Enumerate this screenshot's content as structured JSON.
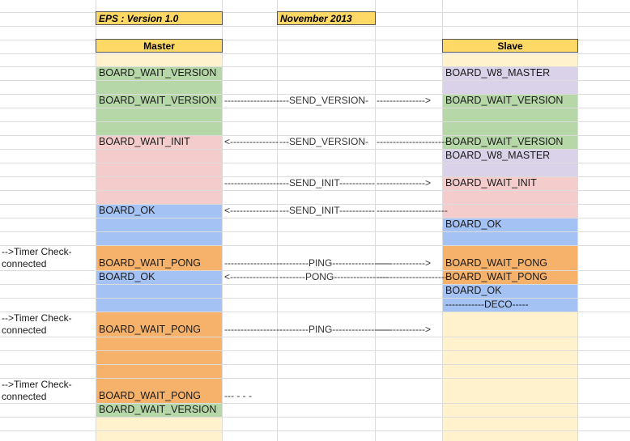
{
  "colors": {
    "header_fill": "#ffd966",
    "cream": "#fff2cc",
    "green": "#b6d7a8",
    "red": "#f4cccc",
    "blue": "#a4c2f4",
    "orange": "#f6b26b",
    "purple": "#d9d2e9"
  },
  "title": "EPS : Version 1.0",
  "date": "November 2013",
  "columns": {
    "master": "Master",
    "slave": "Slave"
  },
  "master": [
    "BOARD_WAIT_VERSION",
    "BOARD_WAIT_VERSION",
    "BOARD_WAIT_INIT",
    "BOARD_OK",
    "BOARD_WAIT_PONG",
    "BOARD_OK",
    "BOARD_WAIT_PONG",
    "BOARD_WAIT_PONG",
    "BOARD_WAIT_VERSION"
  ],
  "slave": [
    "BOARD_W8_MASTER",
    "BOARD_WAIT_VERSION",
    "BOARD_WAIT_VERSION",
    "BOARD_W8_MASTER",
    "BOARD_WAIT_INIT",
    "BOARD_OK",
    "BOARD_WAIT_PONG",
    "BOARD_WAIT_PONG",
    "BOARD_OK",
    "------------DECO-----"
  ],
  "messages": {
    "send_version_1": {
      "left": "------------------",
      "mid": "---SEND_VERSION-",
      "right": "--------------->"
    },
    "send_version_2": {
      "left": "<---------------",
      "mid": "---SEND_VERSION-",
      "right": "----------------------"
    },
    "send_init_1": {
      "left": "------------------",
      "mid": "---SEND_INIT-----------",
      "right": "--------------->"
    },
    "send_init_2": {
      "left": "<---------------",
      "mid": "---SEND_INIT-----------",
      "right": "----------------------"
    },
    "ping_1": {
      "left": "------------------",
      "mid": "---------PING------------------",
      "right": "--------------->"
    },
    "pong": {
      "left": "<---------------",
      "mid": "--------PONG-----------------",
      "right": "----------------------"
    },
    "ping_2": {
      "left": "------------------",
      "mid": "---------PING------------------",
      "right": "--------------->"
    },
    "trailing": "--- - - -"
  },
  "notes": {
    "timer_1_a": "-->Timer Check-",
    "timer_1_b": "connected",
    "timer_2_a": "-->Timer Check-",
    "timer_2_b": "connected",
    "timer_3_a": "-->Timer Check-",
    "timer_3_b": "connected"
  }
}
